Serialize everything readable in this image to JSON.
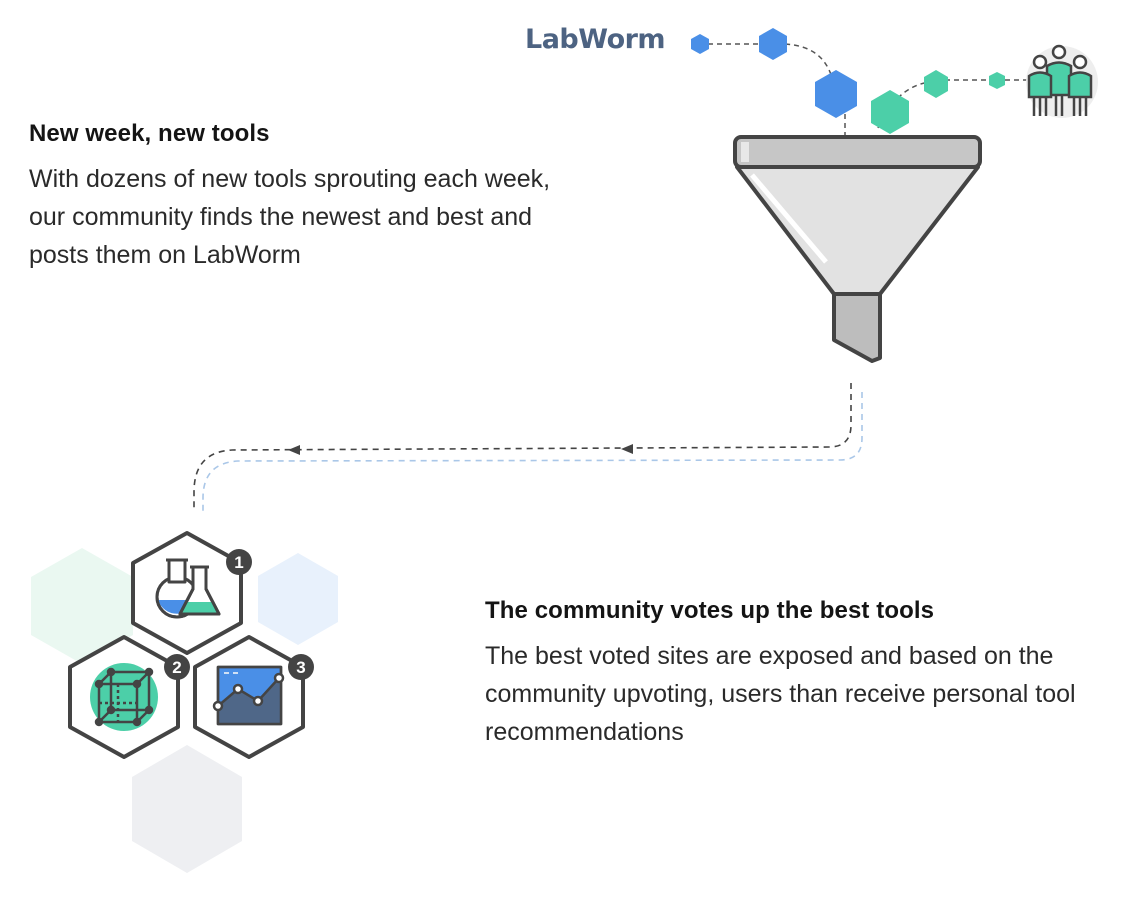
{
  "brand": {
    "name": "LabWorm"
  },
  "section_new_tools": {
    "title": "New week, new tools",
    "body": "With dozens of new tools sprouting each week, our community finds the newest and best and posts them on LabWorm"
  },
  "section_votes": {
    "title": "The community votes up the best tools",
    "body": "The best voted sites are exposed and based on the community upvoting, users than receive personal tool recommendations"
  },
  "badges": {
    "first": "1",
    "second": "2",
    "third": "3"
  },
  "colors": {
    "blue": "#4a8fe7",
    "green": "#4ccfa8",
    "outline": "#444444",
    "funnel": "#cccccc",
    "ghost_green": "#eaf8f1",
    "ghost_blue": "#e8f1fc",
    "ghost_grey": "#eeeff2"
  },
  "icons": {
    "people": "community-people-icon",
    "funnel": "funnel-icon",
    "flask": "lab-flask-icon",
    "cube": "cube-network-icon",
    "chart": "line-chart-icon"
  }
}
